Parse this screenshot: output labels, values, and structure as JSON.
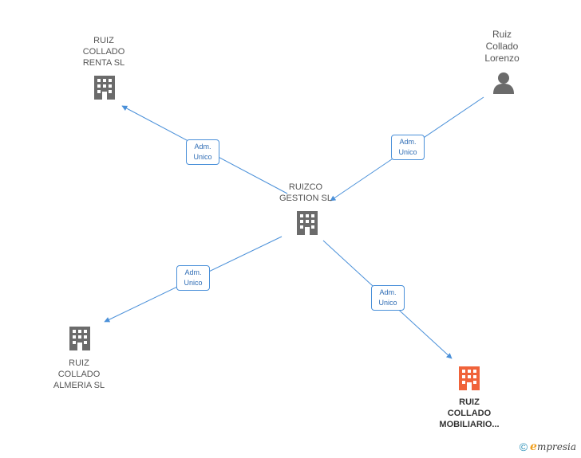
{
  "colors": {
    "edge": "#4a90d9",
    "building": "#6b6b6b",
    "building_highlight": "#f0633a",
    "person": "#6b6b6b"
  },
  "nodes": {
    "ruizco": {
      "lines": [
        "RUIZCO",
        "GESTION SL"
      ],
      "icon": "building-icon"
    },
    "renta": {
      "lines": [
        "RUIZ",
        "COLLADO",
        "RENTA SL"
      ],
      "icon": "building-icon"
    },
    "lorenzo": {
      "lines": [
        "Ruiz",
        "Collado",
        "Lorenzo"
      ],
      "icon": "person-icon"
    },
    "almeria": {
      "lines": [
        "RUIZ",
        "COLLADO",
        "ALMERIA SL"
      ],
      "icon": "building-icon"
    },
    "mobiliario": {
      "lines": [
        "RUIZ",
        "COLLADO",
        "MOBILIARIO..."
      ],
      "icon": "building-icon"
    }
  },
  "edges": [
    {
      "id": "e1",
      "from": "ruizco",
      "to": "renta",
      "label": [
        "Adm.",
        "Unico"
      ]
    },
    {
      "id": "e2",
      "from": "lorenzo",
      "to": "ruizco",
      "label": [
        "Adm.",
        "Unico"
      ]
    },
    {
      "id": "e3",
      "from": "ruizco",
      "to": "almeria",
      "label": [
        "Adm.",
        "Unico"
      ]
    },
    {
      "id": "e4",
      "from": "ruizco",
      "to": "mobiliario",
      "label": [
        "Adm.",
        "Unico"
      ]
    }
  ],
  "footer": {
    "copyright": "©",
    "brand_initial": "e",
    "brand_rest": "mpresia"
  }
}
